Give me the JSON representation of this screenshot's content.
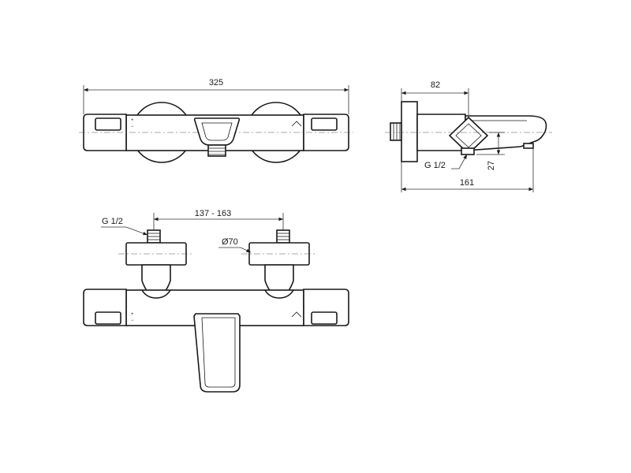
{
  "dimensions": {
    "overall_width": "325",
    "side_depth_body": "82",
    "side_depth_total": "161",
    "spout_height": "27",
    "outlet_thread": "G 1/2",
    "inlet_thread": "G 1/2",
    "inlet_spacing": "137 - 163",
    "escutcheon_diameter": "Ø70"
  },
  "markings": {
    "plus": "+",
    "minus": "−"
  },
  "colors": {
    "line": "#1a1a1a",
    "background": "#ffffff"
  }
}
